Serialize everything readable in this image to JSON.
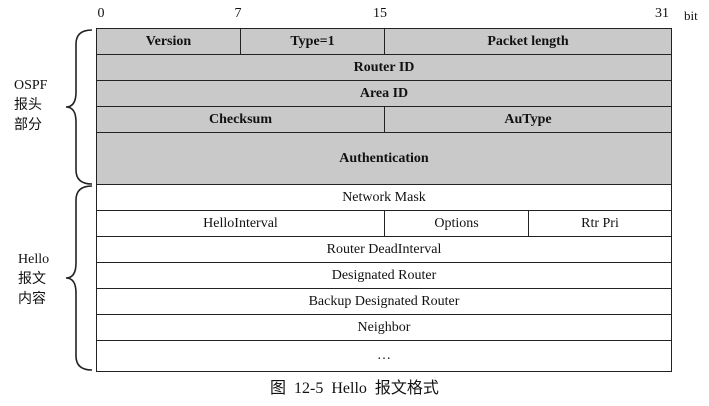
{
  "bit_scale": {
    "labels": [
      "0",
      "7",
      "15",
      "31"
    ],
    "unit": "bit"
  },
  "header_section": {
    "label_lines": [
      "OSPF",
      "报头",
      "部分"
    ],
    "rows": [
      [
        "Version",
        "Type=1",
        "Packet length"
      ],
      [
        "Router ID"
      ],
      [
        "Area ID"
      ],
      [
        "Checksum",
        "AuType"
      ],
      [
        "Authentication"
      ]
    ]
  },
  "body_section": {
    "label_lines": [
      "Hello",
      "报文",
      "内容"
    ],
    "rows": [
      [
        "Network Mask"
      ],
      [
        "HelloInterval",
        "Options",
        "Rtr Pri"
      ],
      [
        "Router DeadInterval"
      ],
      [
        "Designated Router"
      ],
      [
        "Backup Designated Router"
      ],
      [
        "Neighbor"
      ],
      [
        "…"
      ]
    ]
  },
  "caption": "图 12-5   Hello 报文格式",
  "colors": {
    "shaded_fill": "#c9c9c9",
    "line": "#222222"
  }
}
